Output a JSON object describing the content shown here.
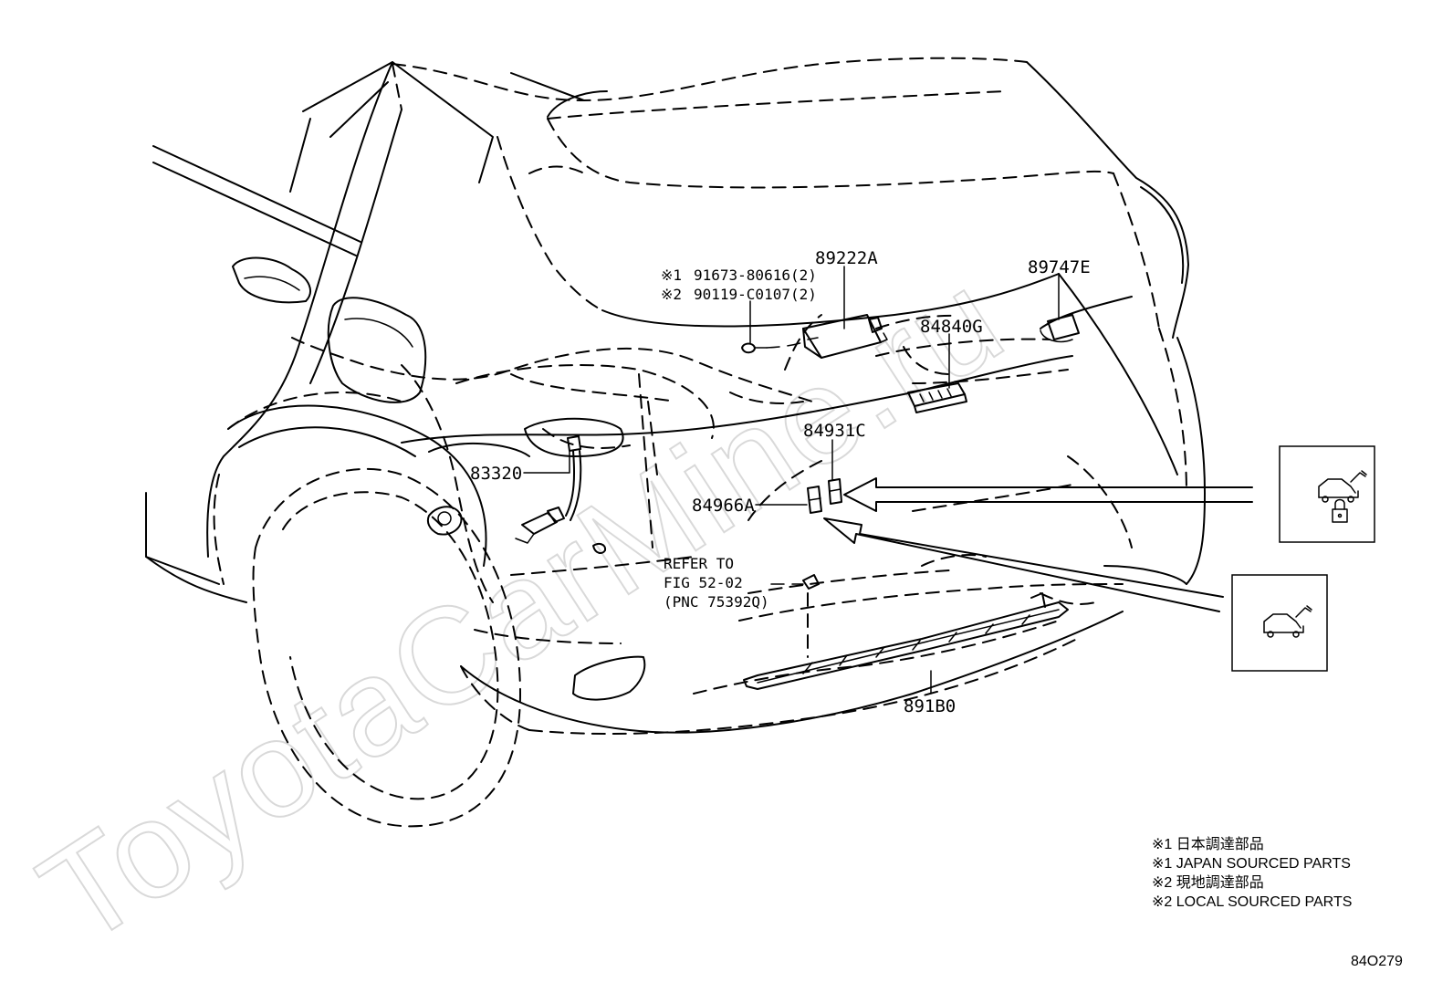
{
  "watermark": "ToyotaCarMine.ru",
  "callouts": {
    "p89222A": "89222A",
    "p89747E": "89747E",
    "p84840G": "84840G",
    "p84931C": "84931C",
    "p84966A": "84966A",
    "p83320": "83320",
    "p891B0": "891B0"
  },
  "fasteners": {
    "line1_mark": "※1",
    "line1_part": "91673-80616(2)",
    "line2_mark": "※2",
    "line2_part": "90119-C0107(2)"
  },
  "refer": {
    "line1": "REFER TO",
    "line2": "FIG 52-02",
    "line3": "(PNC 75392Q)"
  },
  "notes": [
    "※1 日本調達部品",
    "※1 JAPAN SOURCED PARTS",
    "※2 現地調達部品",
    "※2 LOCAL SOURCED PARTS"
  ],
  "figure_code": "84O279",
  "icons": {
    "upper": "vehicle-backdoor-lock-icon",
    "lower": "vehicle-backdoor-open-icon"
  }
}
